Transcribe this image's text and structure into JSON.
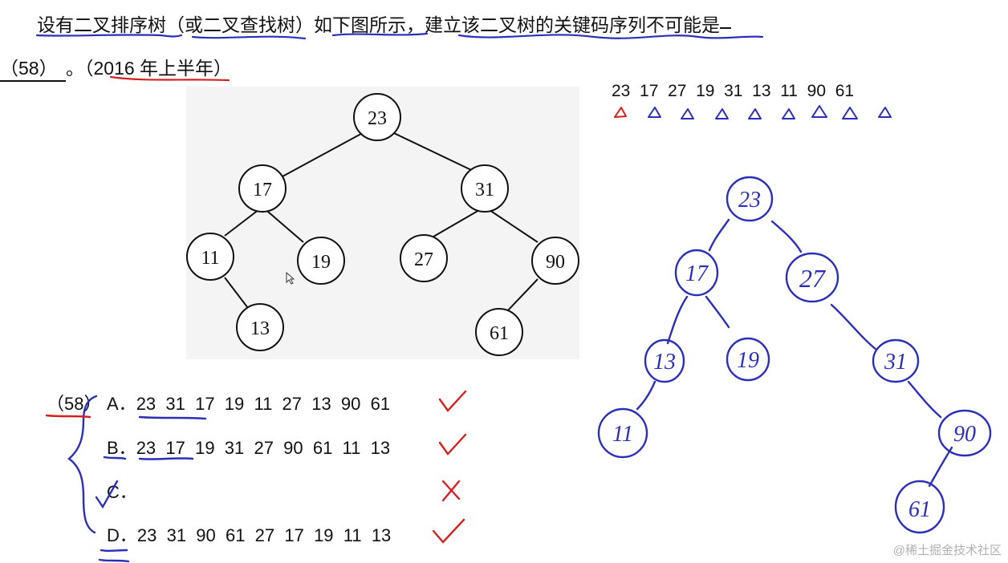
{
  "question": {
    "text_line1": "设有二叉排序树（或二叉查找树）如下图所示，建立该二叉树的关键码序列不可能是",
    "blank_number": "（58）",
    "period": "。",
    "source": "（2016 年上半年）"
  },
  "printed_tree": {
    "nodes": [
      "23",
      "17",
      "31",
      "11",
      "19",
      "27",
      "90",
      "13",
      "61"
    ]
  },
  "sequence_note": {
    "values": [
      "23",
      "17",
      "27",
      "19",
      "31",
      "13",
      "11",
      "90",
      "61"
    ]
  },
  "answer_block": {
    "label": "（58）",
    "options": [
      {
        "letter": "A．",
        "text": "23  31  17  19  11  27  13  90  61",
        "mark": "✓"
      },
      {
        "letter": "B．",
        "text": "23  17  19  31  27  90  61  11  13",
        "mark": "✓"
      },
      {
        "letter": "C．",
        "text": "",
        "mark": "✗"
      },
      {
        "letter": "D．",
        "text": "23  31  90  61  27  17  19  11  13",
        "mark": "✓"
      }
    ]
  },
  "handwritten_tree": {
    "nodes": [
      "23",
      "17",
      "27",
      "13",
      "19",
      "31",
      "11",
      "90",
      "61"
    ]
  },
  "watermark": "@稀土掘金技术社区",
  "colors": {
    "ink_blue": "#2b2fb8",
    "ink_red": "#d42020",
    "text": "#111111"
  }
}
